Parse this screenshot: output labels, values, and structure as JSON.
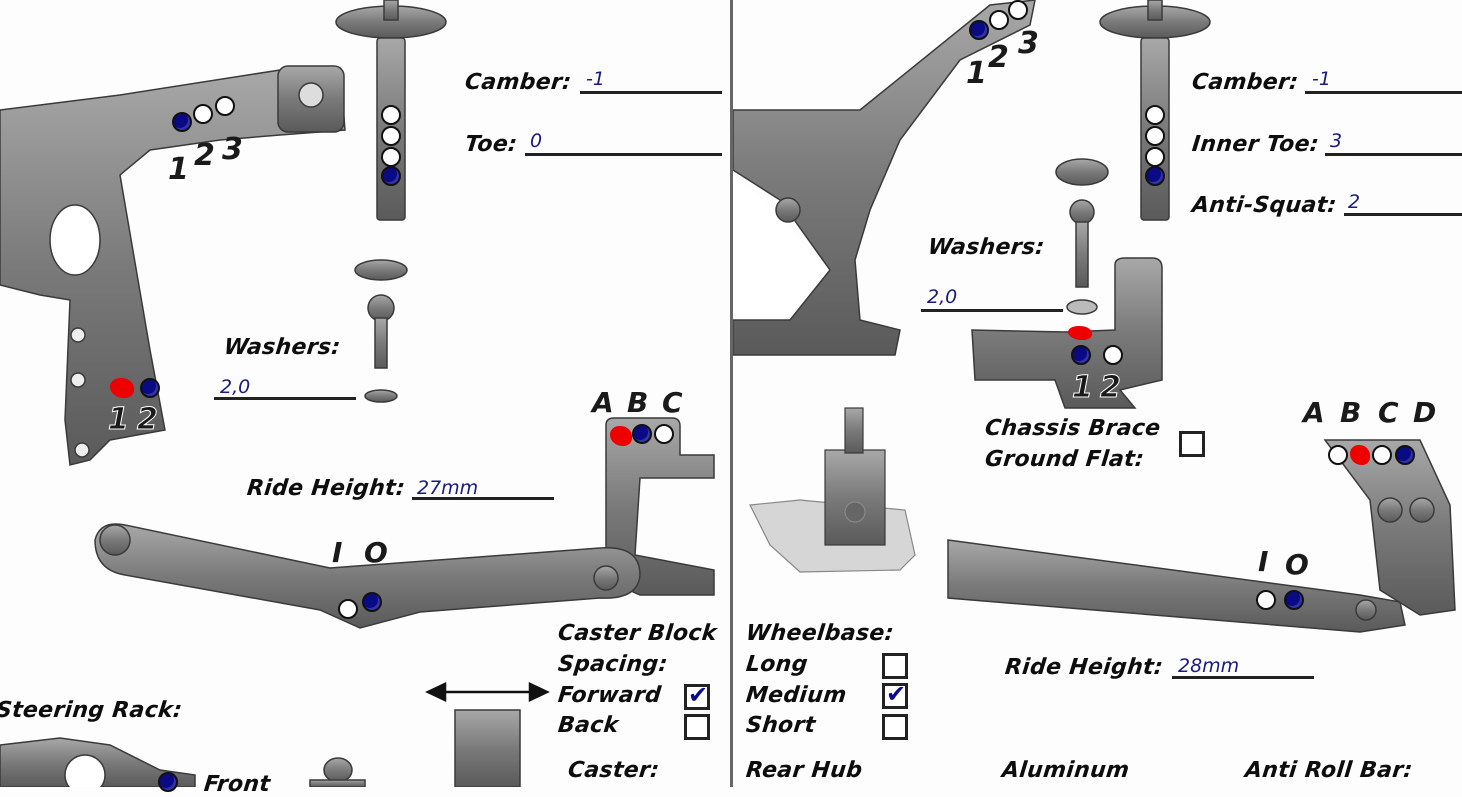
{
  "front": {
    "camber": {
      "label": "Camber:",
      "value": "-1"
    },
    "toe": {
      "label": "Toe:",
      "value": "0"
    },
    "washers": {
      "label": "Washers:",
      "value": "2,0"
    },
    "ride_height": {
      "label": "Ride Height:",
      "value": "27mm"
    },
    "upper_arm_positions": {
      "labels": [
        "1",
        "2",
        "3"
      ],
      "selected": "1"
    },
    "shock_tower_positions": {
      "count": 4,
      "selected_index": 4
    },
    "hub_positions": {
      "labels": [
        "1",
        "2"
      ],
      "selected": "2",
      "marked": "1"
    },
    "caster_block_positions": {
      "labels": [
        "A",
        "B",
        "C"
      ],
      "selected": "B",
      "marked": "A"
    },
    "lower_arm_positions": {
      "labels": [
        "I",
        "O"
      ],
      "selected": "O"
    },
    "caster_block_spacing": {
      "label_line1": "Caster Block",
      "label_line2": "Spacing:",
      "options": [
        {
          "label": "Forward",
          "checked": true
        },
        {
          "label": "Back",
          "checked": false
        }
      ]
    },
    "caster": {
      "label": "Caster:"
    },
    "steering_rack": {
      "label": "Steering Rack:",
      "position_label": "Front"
    }
  },
  "rear": {
    "camber": {
      "label": "Camber:",
      "value": "-1"
    },
    "inner_toe": {
      "label": "Inner Toe:",
      "value": "3"
    },
    "anti_squat": {
      "label": "Anti-Squat:",
      "value": "2"
    },
    "washers": {
      "label": "Washers:",
      "value": "2,0"
    },
    "ride_height": {
      "label": "Ride Height:",
      "value": "28mm"
    },
    "upper_link_positions": {
      "labels": [
        "1",
        "2",
        "3"
      ],
      "selected": "1"
    },
    "shock_tower_positions": {
      "count": 4,
      "selected_index": 4
    },
    "hub_positions": {
      "labels": [
        "1",
        "2"
      ],
      "selected": "1",
      "marked": "1"
    },
    "chassis_brace": {
      "label_line1": "Chassis Brace",
      "label_line2": "Ground Flat:",
      "checked": false
    },
    "shock_mount_positions": {
      "labels": [
        "A",
        "B",
        "C",
        "D"
      ],
      "selected": "D",
      "marked": "B"
    },
    "lower_arm_positions": {
      "labels": [
        "I",
        "O"
      ],
      "selected": "O"
    },
    "wheelbase": {
      "label": "Wheelbase:",
      "options": [
        {
          "label": "Long",
          "checked": false
        },
        {
          "label": "Medium",
          "checked": true
        },
        {
          "label": "Short",
          "checked": false
        }
      ]
    },
    "rear_hub": {
      "label": "Rear Hub"
    },
    "aluminum": {
      "label": "Aluminum"
    },
    "anti_roll_bar": {
      "label": "Anti Roll Bar:"
    }
  },
  "icons": {
    "check": "✔"
  }
}
